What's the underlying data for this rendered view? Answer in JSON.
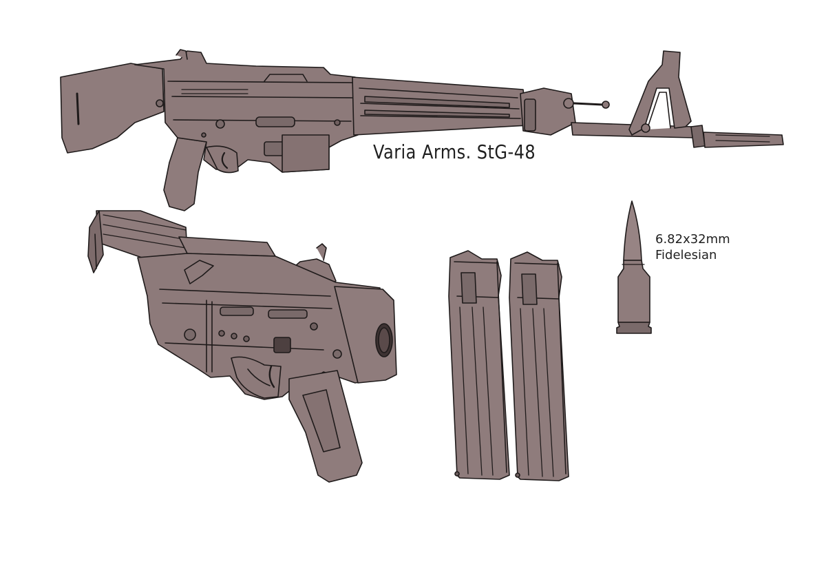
{
  "sheet": {
    "title": "Varia Arms. StG-48",
    "ammo_caliber": "6.82x32mm",
    "ammo_name": "Fidelesian"
  },
  "colors": {
    "metal_fill": "#8d7a7a",
    "metal_light": "#a08e8e",
    "metal_dark": "#6f5f5f",
    "line": "#1e1a1a",
    "background": "#ffffff"
  },
  "items": {
    "rifle": "side-view rifle drawing",
    "receiver": "3/4 view receiver close-up",
    "magazines": 2,
    "cartridge": "single cartridge"
  }
}
